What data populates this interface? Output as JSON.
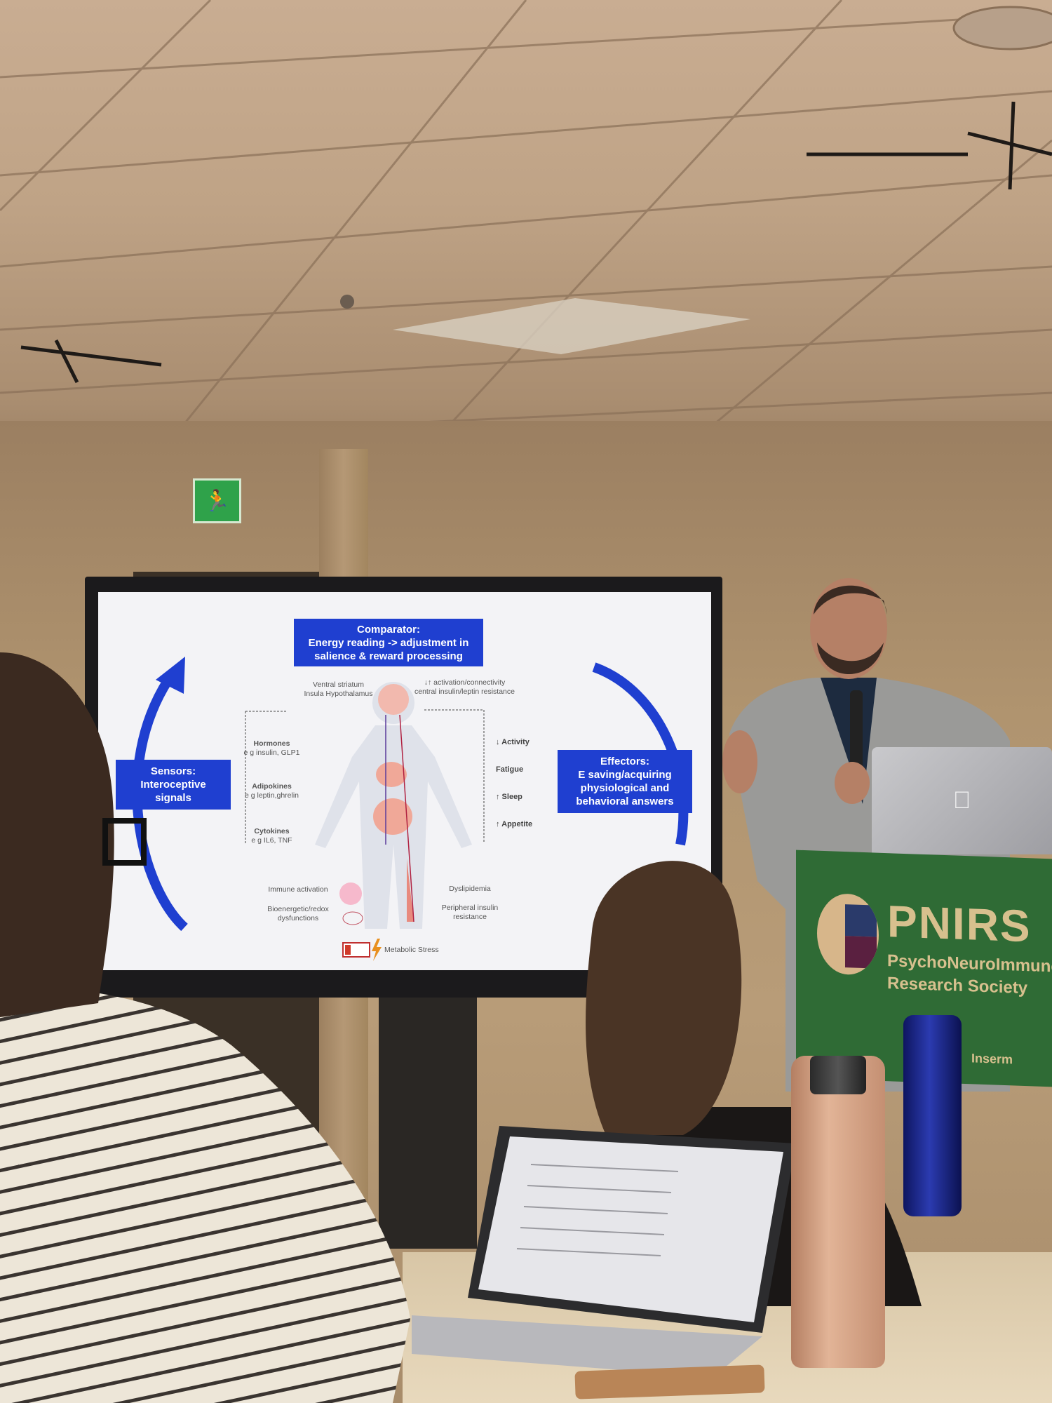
{
  "exit_sign": {
    "icon": "running-man-exit-icon",
    "color": "#2fa24a"
  },
  "slide": {
    "comparator": {
      "title": "Comparator:",
      "line1": "Energy reading -> adjustment in",
      "line2": "salience & reward processing"
    },
    "sensors": {
      "title": "Sensors:",
      "line1": "Interoceptive",
      "line2": "signals"
    },
    "effectors": {
      "title": "Effectors:",
      "line1": "E saving/acquiring",
      "line2": "physiological and",
      "line3": "behavioral answers"
    },
    "brain_regions": {
      "line1": "Ventral striatum",
      "line2": "Insula Hypothalamus"
    },
    "brain_changes": {
      "line1": "↓↑ activation/connectivity",
      "line2": "central insulin/leptin resistance"
    },
    "signals": [
      {
        "name": "Hormones",
        "example": "e g insulin, GLP1"
      },
      {
        "name": "Adipokines",
        "example": "e g leptin,ghrelin"
      },
      {
        "name": "Cytokines",
        "example": "e g IL6, TNF"
      }
    ],
    "answers": [
      "↓ Activity",
      "Fatigue",
      "↑ Sleep",
      "↑ Appetite"
    ],
    "immune": "Immune activation",
    "bioenergetic": {
      "line1": "Bioenergetic/redox",
      "line2": "dysfunctions"
    },
    "dyslipidemia": "Dyslipidemia",
    "peripheral": {
      "line1": "Peripheral insulin",
      "line2": "resistance"
    },
    "metabolic_stress": "Metabolic Stress",
    "accent": "#1f3fd0"
  },
  "banner": {
    "title": "PNIRS",
    "line1": "PsychoNeuroImmuno",
    "line2": "Research Society",
    "sponsor": "Inserm",
    "color": "#2f6b35"
  }
}
